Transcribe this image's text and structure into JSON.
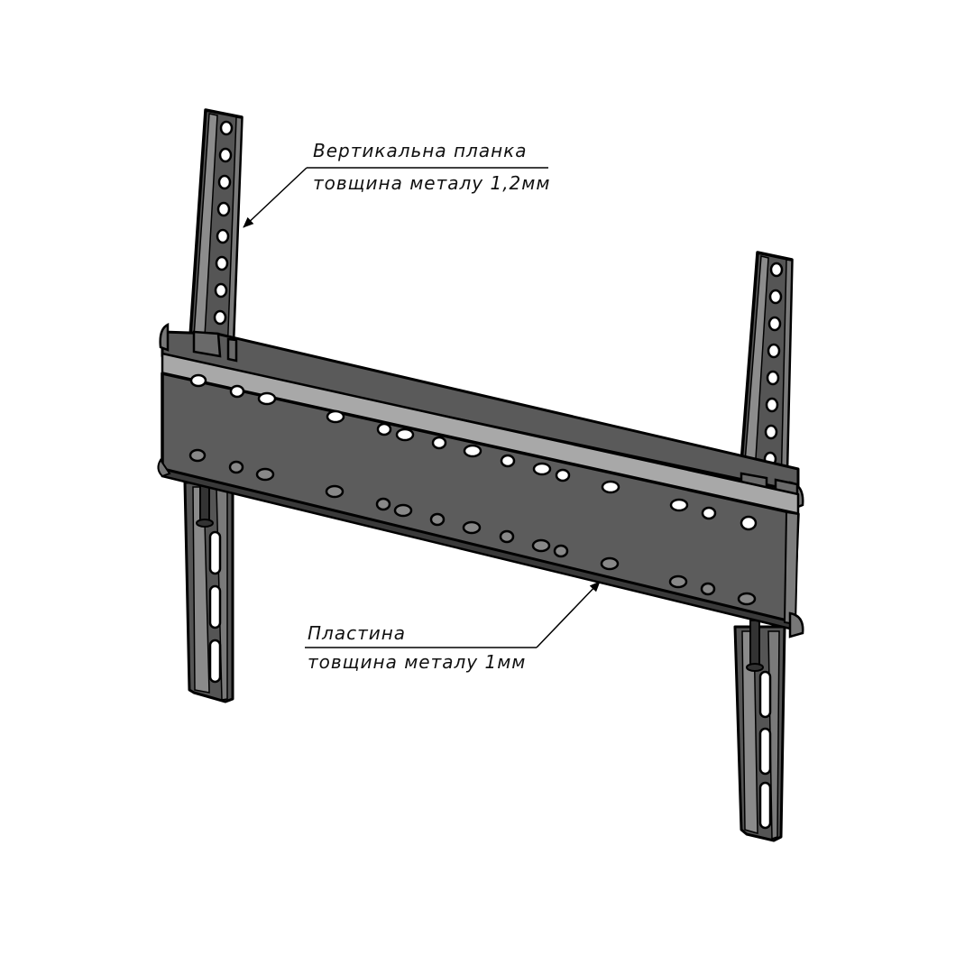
{
  "diagram": {
    "subject": "TV wall mount bracket",
    "colors": {
      "background": "#ffffff",
      "metal_dark": "#505050",
      "metal_mid": "#6a6a6a",
      "metal_light": "#9a9a9a",
      "metal_highlight": "#b4b4b4",
      "outline": "#000000",
      "hole": "#ffffff"
    }
  },
  "annotations": {
    "vertical_bar": {
      "title": "Вертикальна планка",
      "detail": "товщина металу 1,2мм"
    },
    "plate": {
      "title": "Пластина",
      "detail": "товщина металу 1мм"
    }
  }
}
